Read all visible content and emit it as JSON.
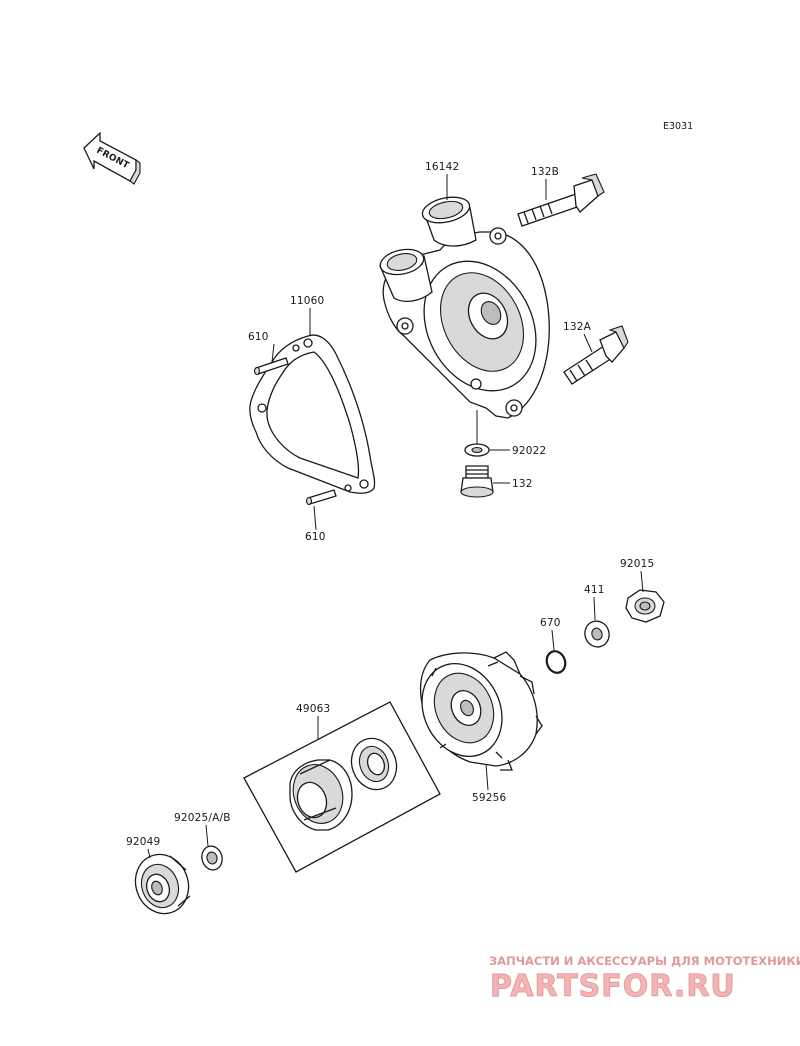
{
  "diagram": {
    "code": "E3031",
    "front_label": "FRONT",
    "parts": {
      "p16142": "16142",
      "p132B": "132B",
      "p132A": "132A",
      "p92022": "92022",
      "p132": "132",
      "p11060": "11060",
      "p610_top": "610",
      "p610_bottom": "610",
      "p92015": "92015",
      "p411": "411",
      "p670": "670",
      "p49063": "49063",
      "p59256": "59256",
      "p92025": "92025/A/B",
      "p92049": "92049"
    }
  },
  "watermark": {
    "top_text": "ЗАПЧАСТИ И АКСЕССУАРЫ ДЛЯ МОТОТЕХНИКИ",
    "brand": "PARTSFOR.RU"
  },
  "colors": {
    "line": "#1a1a1a",
    "watermark_red": "#e89a9a"
  }
}
